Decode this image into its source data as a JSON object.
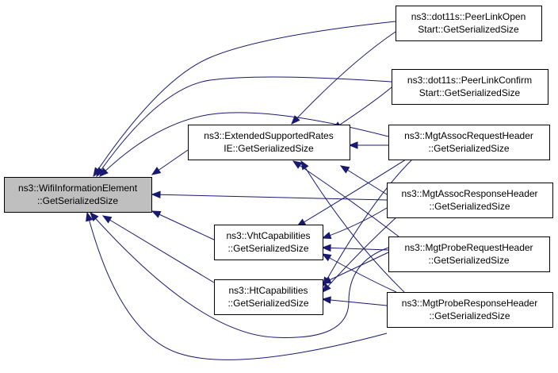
{
  "graph": {
    "nodes": [
      {
        "id": "wifi",
        "lines": [
          "ns3::WifiInformationElement",
          "::GetSerializedSize"
        ],
        "highlighted": true
      },
      {
        "id": "ext",
        "lines": [
          "ns3::ExtendedSupportedRates",
          "IE::GetSerializedSize"
        ]
      },
      {
        "id": "vht",
        "lines": [
          "ns3::VhtCapabilities",
          "::GetSerializedSize"
        ]
      },
      {
        "id": "ht",
        "lines": [
          "ns3::HtCapabilities",
          "::GetSerializedSize"
        ]
      },
      {
        "id": "plo",
        "lines": [
          "ns3::dot11s::PeerLinkOpen",
          "Start::GetSerializedSize"
        ]
      },
      {
        "id": "plc",
        "lines": [
          "ns3::dot11s::PeerLinkConfirm",
          "Start::GetSerializedSize"
        ]
      },
      {
        "id": "areq",
        "lines": [
          "ns3::MgtAssocRequestHeader",
          "::GetSerializedSize"
        ]
      },
      {
        "id": "aresp",
        "lines": [
          "ns3::MgtAssocResponseHeader",
          "::GetSerializedSize"
        ]
      },
      {
        "id": "preq",
        "lines": [
          "ns3::MgtProbeRequestHeader",
          "::GetSerializedSize"
        ]
      },
      {
        "id": "presp",
        "lines": [
          "ns3::MgtProbeResponseHeader",
          "::GetSerializedSize"
        ]
      }
    ],
    "edges": [
      {
        "from": "ext",
        "to": "wifi"
      },
      {
        "from": "aresp",
        "to": "wifi"
      },
      {
        "from": "vht",
        "to": "wifi"
      },
      {
        "from": "ht",
        "to": "wifi"
      },
      {
        "from": "plo",
        "to": "wifi"
      },
      {
        "from": "plc",
        "to": "wifi"
      },
      {
        "from": "areq",
        "to": "wifi"
      },
      {
        "from": "preq",
        "to": "wifi"
      },
      {
        "from": "presp",
        "to": "wifi"
      },
      {
        "from": "plo",
        "to": "ext"
      },
      {
        "from": "plc",
        "to": "ext"
      },
      {
        "from": "areq",
        "to": "ext"
      },
      {
        "from": "aresp",
        "to": "ext"
      },
      {
        "from": "preq",
        "to": "ext"
      },
      {
        "from": "presp",
        "to": "ext"
      },
      {
        "from": "areq",
        "to": "vht"
      },
      {
        "from": "aresp",
        "to": "vht"
      },
      {
        "from": "preq",
        "to": "vht"
      },
      {
        "from": "presp",
        "to": "vht"
      },
      {
        "from": "areq",
        "to": "ht"
      },
      {
        "from": "aresp",
        "to": "ht"
      },
      {
        "from": "preq",
        "to": "ht"
      },
      {
        "from": "presp",
        "to": "ht"
      }
    ],
    "colors": {
      "edge": "#191970",
      "highlight_fill": "#bfbfbf",
      "node_fill": "#ffffff",
      "border": "#000000"
    }
  }
}
